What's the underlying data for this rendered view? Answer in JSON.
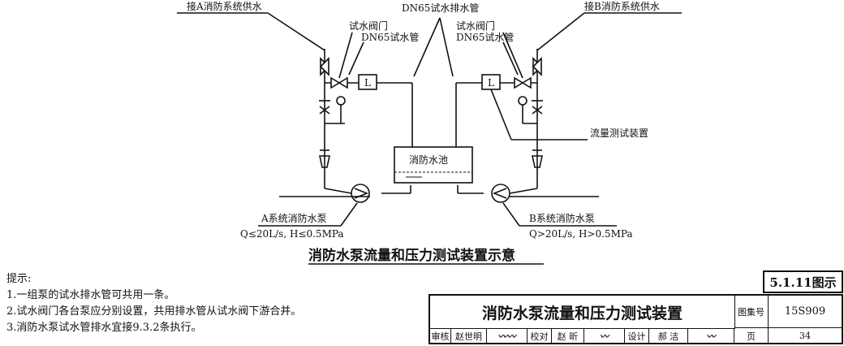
{
  "labels": {
    "a_supply": "接A消防系统供水",
    "b_supply": "接B消防系统供水",
    "dn65_drain": "DN65试水排水管",
    "test_valve_a": "试水阀门",
    "dn65_test_a": "DN65试水管",
    "test_valve_b": "试水阀门",
    "dn65_test_b": "DN65试水管",
    "flow_device": "流量测试装置",
    "pool": "消防水池",
    "pump_a": "A系统消防水泵",
    "pump_a_spec": "Q≤20L/s, H≤0.5MPa",
    "pump_b": "B系统消防水泵",
    "pump_b_spec": "Q>20L/s, H>0.5MPa",
    "flowmeter": "L"
  },
  "caption": "消防水泵流量和压力测试装置示意",
  "notes": {
    "heading": "提示:",
    "items": [
      "1.一组泵的试水排水管可共用一条。",
      "2.试水阀门各台泵应分别设置，共用排水管从试水阀下游合并。",
      "3.消防水泵试水管排水宜接9.3.2条执行。"
    ]
  },
  "plate": "5.1.11图示",
  "title_block": {
    "title": "消防水泵流量和压力测试装置",
    "atlas_label": "图集号",
    "atlas_no": "15S909",
    "review": "审核",
    "reviewer": "赵世明",
    "check": "校对",
    "checker": "赵 昕",
    "design": "设计",
    "designer": "郝 洁",
    "page_label": "页",
    "page_no": "34"
  }
}
